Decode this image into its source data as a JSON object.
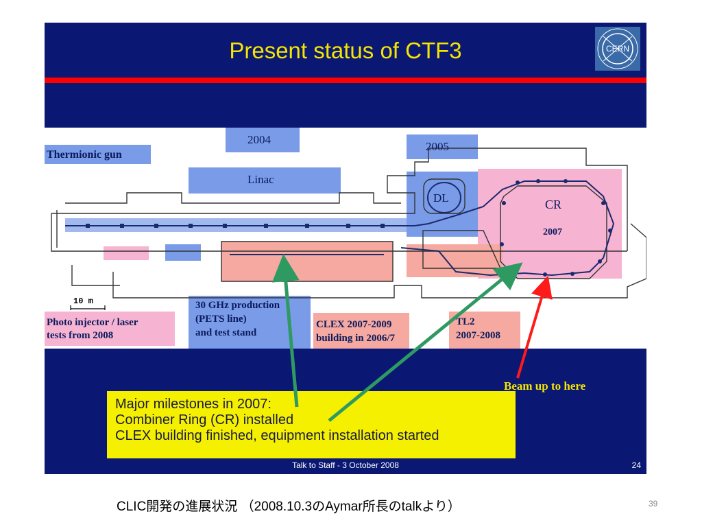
{
  "slide": {
    "title": "Present status of CTF3",
    "logo_text": "CERN",
    "footer": "Talk to Staff - 3 October 2008",
    "page_number": "24",
    "beam_label": "Beam up to here"
  },
  "diagram": {
    "labels": {
      "y2004": "2004",
      "y2005": "2005",
      "thermionic": "Thermionic gun",
      "linac": "Linac",
      "dl": "DL",
      "cr": "CR",
      "cr_year": "2007",
      "scale": "10 m",
      "photo_line1": "Photo injector / laser",
      "photo_line2": "tests from 2008",
      "ghz_line1": "30 GHz production",
      "ghz_line2": "(PETS line)",
      "ghz_line3": "and test stand",
      "clex_line1": "CLEX 2007-2009",
      "clex_line2": "building in 2006/7",
      "tl2_line1": "TL2",
      "tl2_line2": "2007-2008"
    }
  },
  "milestones": {
    "line1": "Major milestones in 2007:",
    "line2": "Combiner Ring (CR) installed",
    "line3": "CLEX building finished, equipment installation started"
  },
  "caption": "CLIC開発の進展状況 （2008.10.3のAymar所長のtalkより）",
  "slide_index": "39",
  "colors": {
    "slide_bg": "#0a1773",
    "title": "#f5e600",
    "rule": "#ff0000",
    "blue_box": "#7a9be8",
    "pink_box": "#f6b3d2",
    "salmon_box": "#f5a9a0",
    "milestone_bg": "#f4f000",
    "arrow_green": "#2e9a62",
    "arrow_red": "#ff1a1a"
  }
}
